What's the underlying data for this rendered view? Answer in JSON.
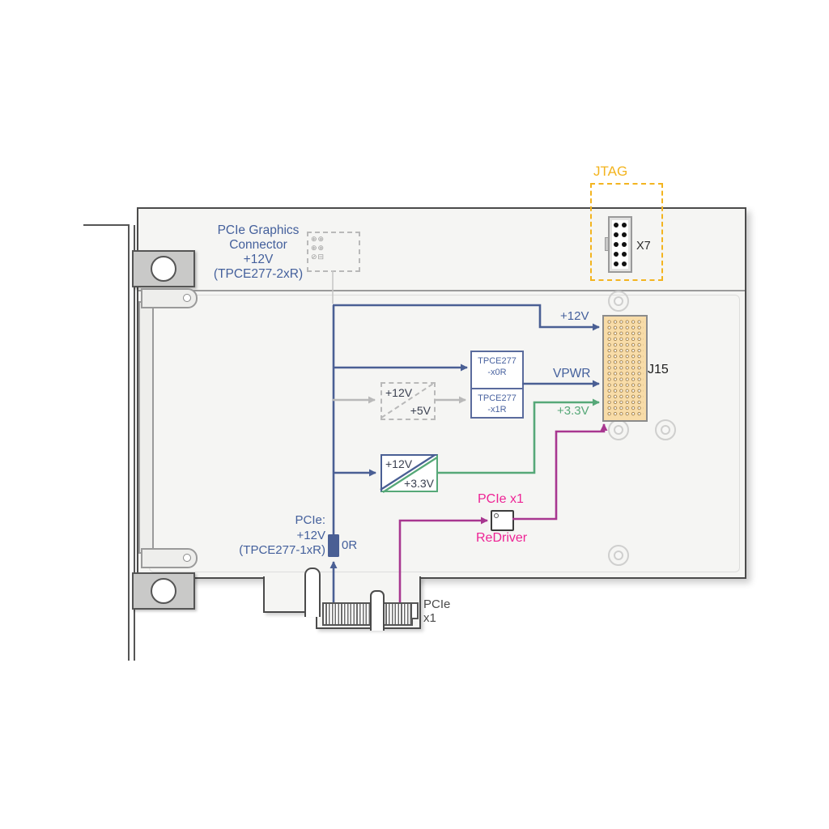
{
  "diagram": {
    "graphics_connector": {
      "lines": [
        "PCIe Graphics",
        "Connector",
        "+12V",
        "(TPCE277-2xR)"
      ],
      "symbol_rows": [
        "⊕⊕",
        "⊕⊕",
        "⊘⊟"
      ]
    },
    "jtag": {
      "title": "JTAG",
      "connector_label": "X7"
    },
    "j15": {
      "label": "J15"
    },
    "rails": {
      "v12": "+12V",
      "vpwr": "VPWR",
      "v33": "+3.3V"
    },
    "tpce_boxes": {
      "x0r": {
        "line1": "TPCE277",
        "line2": "-x0R"
      },
      "x1r": {
        "line1": "TPCE277",
        "line2": "-x1R"
      }
    },
    "converter_5v": {
      "input": "+12V",
      "output": "+5V"
    },
    "converter_3v3": {
      "input": "+12V",
      "output": "+3.3V"
    },
    "pcie_power": {
      "lines": [
        "PCIe:",
        "+12V",
        "(TPCE277-1xR)"
      ],
      "resistor": "0R"
    },
    "redriver": {
      "top_label": "PCIe x1",
      "bottom_label": "ReDriver"
    },
    "edge_connector": {
      "lines": [
        "PCIe",
        "x1"
      ]
    },
    "colors": {
      "blue": "#44609c",
      "green": "#56a878",
      "magenta_line": "#a83790",
      "pink_text": "#ee2395",
      "yellow": "#f3b41f",
      "gray": "#b9b9b9",
      "j15_fill": "#f8dca8"
    }
  }
}
